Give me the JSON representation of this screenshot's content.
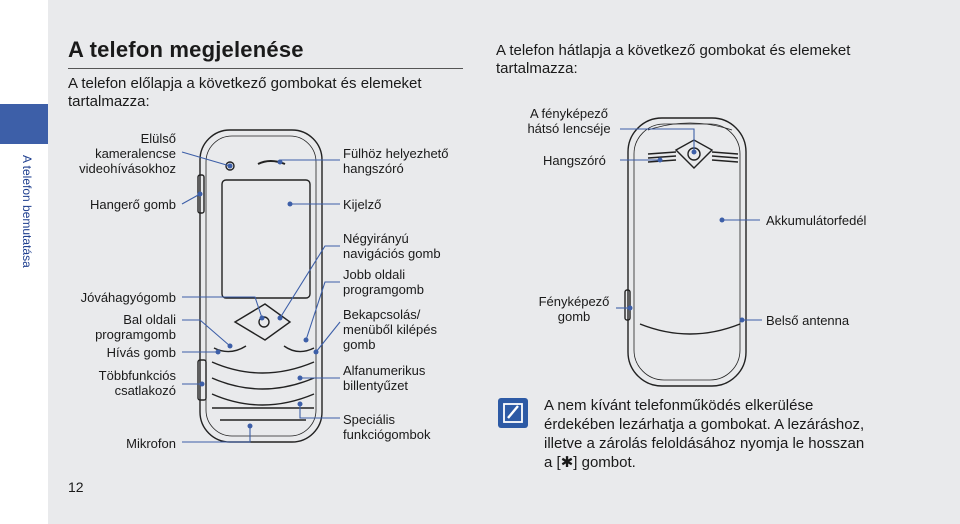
{
  "sidebar": {
    "section_title": "A telefon bemutatása",
    "page_number": "12"
  },
  "front": {
    "title": "A telefon megjelenése",
    "intro": "A telefon előlapja a következő gombokat és elemeket tartalmazza:",
    "left_labels": [
      "Elülső kameralencse videohívásokhoz",
      "Hangerő gomb",
      "Jóváhagyógomb",
      "Bal oldali programgomb",
      "Hívás gomb",
      "Többfunkciós csatlakozó",
      "Mikrofon"
    ],
    "right_labels": [
      "Fülhöz helyezhető hangszóró",
      "Kijelző",
      "Négyirányú navigációs gomb",
      "Jobb oldali programgomb",
      "Bekapcsolás/ menüből kilépés gomb",
      "Alfanumerikus billentyűzet",
      "Speciális funkciógombok"
    ]
  },
  "back": {
    "intro": "A telefon hátlapja a következő gombokat és elemeket tartalmazza:",
    "labels": [
      "A fényképező hátsó lencséje",
      "Hangszóró",
      "Akkumulátorfedél",
      "Fényképező gomb",
      "Belső antenna"
    ]
  },
  "note": {
    "text": "A nem kívánt telefonműködés elkerülése érdekében lezárhatja a gombokat. A lezáráshoz, illetve a zárolás feloldásához nyomja le hosszan a [",
    "text_end": "] gombot.",
    "key_symbol": "✱"
  },
  "colors": {
    "accent": "#3d5fa8",
    "page_bg": "#e9eaec"
  }
}
